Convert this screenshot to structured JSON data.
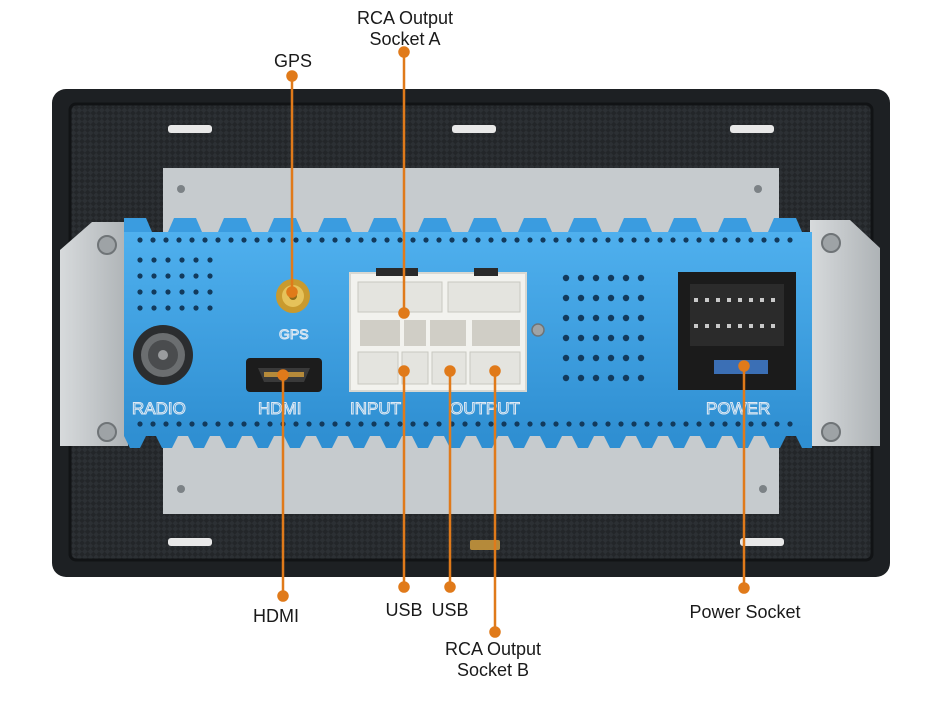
{
  "callouts": {
    "gps": "GPS",
    "rca_a_line1": "RCA Output",
    "rca_a_line2": "Socket A",
    "hdmi": "HDMI",
    "usb_1": "USB",
    "usb_2": "USB",
    "rca_b_line1": "RCA Output",
    "rca_b_line2": "Socket B",
    "power": "Power Socket"
  },
  "panel_labels": {
    "radio": "RADIO",
    "gps": "GPS",
    "hdmi": "HDMI",
    "input": "INPUT",
    "output": "OUTPUT",
    "power": "POWER"
  },
  "colors": {
    "callout_line": "#e07a1a",
    "heatsink_blue": "#3ea0e0",
    "frame": "#1e2124",
    "steel_plate": "#c5cacd",
    "connector_white": "#f2f2ee"
  }
}
